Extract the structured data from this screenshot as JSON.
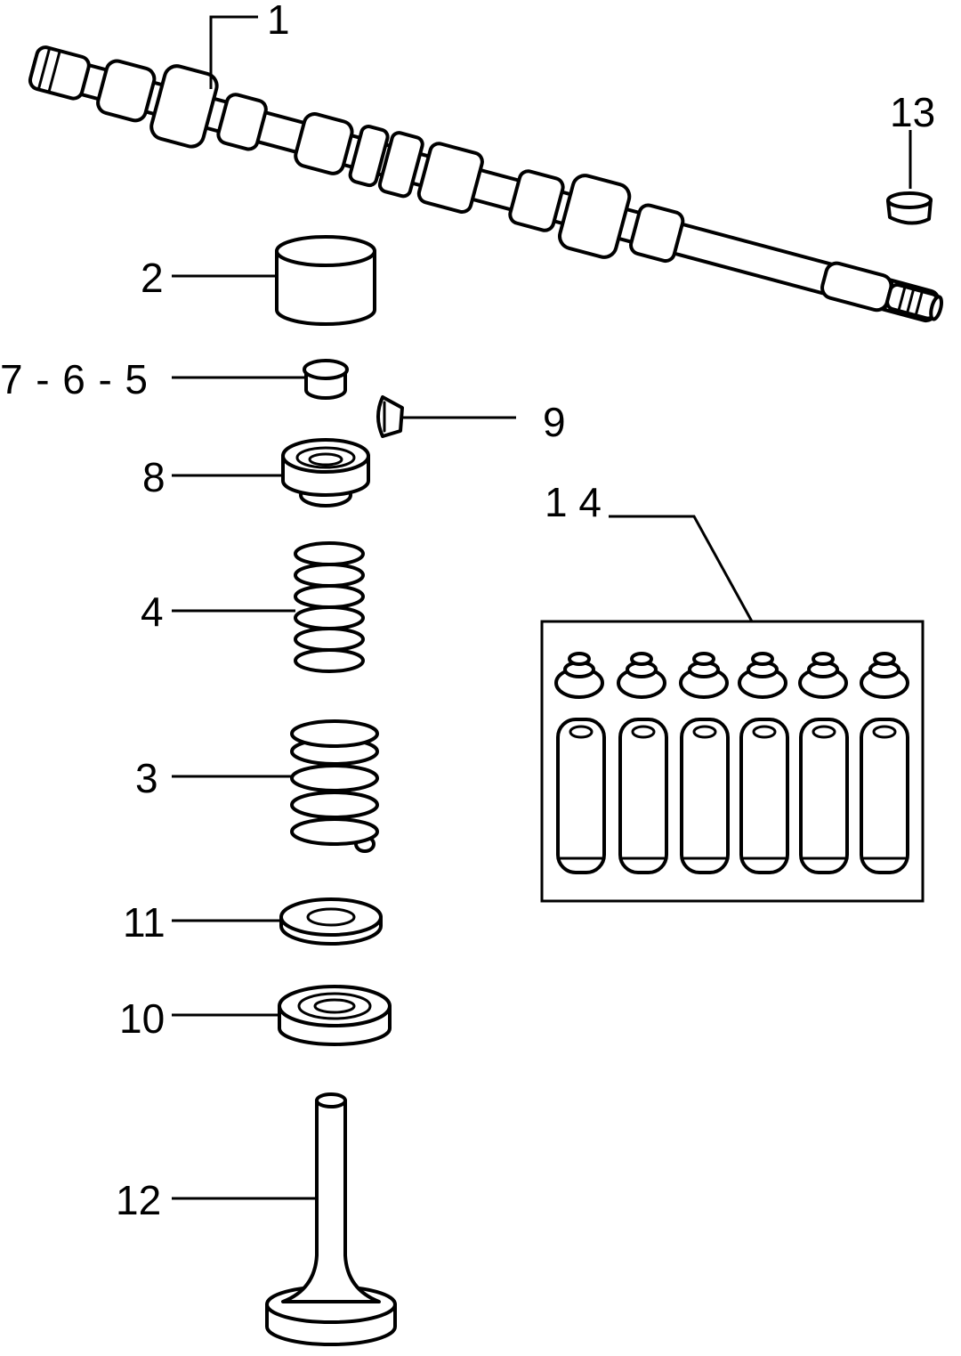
{
  "callouts": {
    "c1": "1",
    "c2": "2",
    "c765": "7 - 6 - 5",
    "c9": "9",
    "c8": "8",
    "c4": "4",
    "c3": "3",
    "c11": "11",
    "c10": "10",
    "c12": "12",
    "c13": "13",
    "c14": "14"
  },
  "colors": {
    "ink": "#000000",
    "paper": "#ffffff"
  }
}
